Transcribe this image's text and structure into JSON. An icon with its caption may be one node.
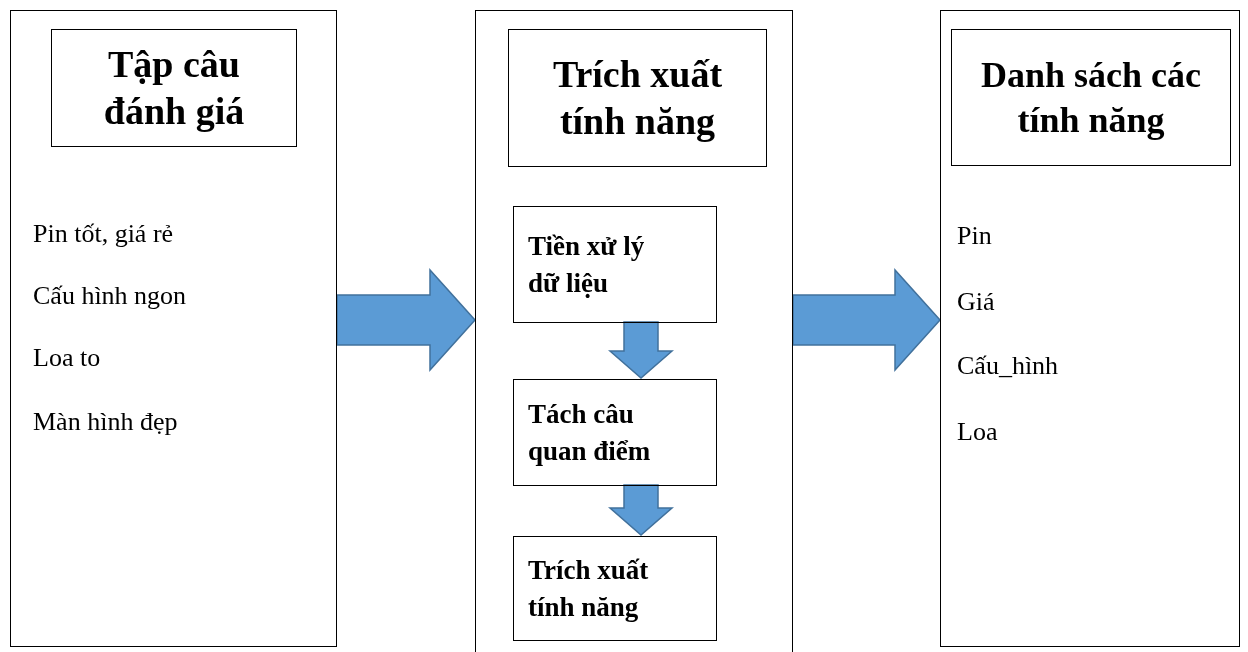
{
  "diagram": {
    "nodes": [
      {
        "text": [
          "Pin tốt, giá rẻ",
          "Cấu hình ngon",
          "Loa to",
          "Màn hình đẹp"
        ]
      },
      {
        "text": [
          "Tập câu đánh giá"
        ],
        "in": 0
      },
      {
        "text": [],
        "shape": "box"
      },
      {
        "text": [
          "Trích xuất tính năng"
        ],
        "in": 2
      },
      {
        "text": [
          "Tiền xử lý dữ liệu"
        ],
        "in": 2
      },
      {
        "text": [
          "Tách câu quan điểm"
        ],
        "in": 2
      },
      {
        "text": [
          "Trích xuất tính năng"
        ],
        "in": 2
      },
      {
        "text": [
          "Pin",
          "Giá",
          "Cấu_hình",
          "Loa"
        ]
      },
      {
        "text": [
          "Danh sách các tính năng"
        ],
        "in": 7
      }
    ],
    "edges": [
      {
        "from": 0,
        "to": 2,
        "arrow": "to",
        "style": "thick"
      },
      {
        "from": 4,
        "to": 5,
        "arrow": "to",
        "style": "thick"
      },
      {
        "from": 5,
        "to": 6,
        "arrow": "to",
        "style": "thick"
      },
      {
        "from": 2,
        "to": 7,
        "arrow": "to",
        "style": "thick"
      }
    ]
  }
}
